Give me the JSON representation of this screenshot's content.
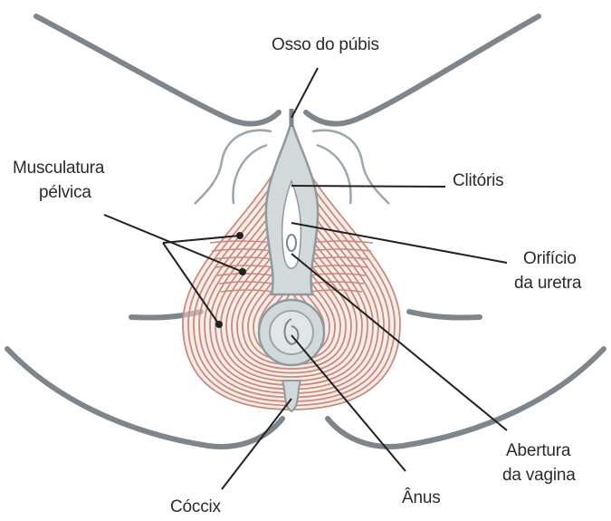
{
  "labels": {
    "pubic_bone": "Osso do púbis",
    "pelvic_muscles": [
      "Musculatura",
      "pélvica"
    ],
    "clitoris": "Clitóris",
    "urethra": [
      "Orifício",
      "da uretra"
    ],
    "vagina": [
      "Abertura",
      "da vagina"
    ],
    "anus": "Ânus",
    "coccyx": "Cóccix"
  },
  "colors": {
    "outline": "#6f7a80",
    "muscle_stroke": "#c98b7e",
    "muscle_fill": "#f3dcd6",
    "tissue_fill": "#d5dadd",
    "leader_line": "#222222",
    "text": "#2b2b2b"
  }
}
